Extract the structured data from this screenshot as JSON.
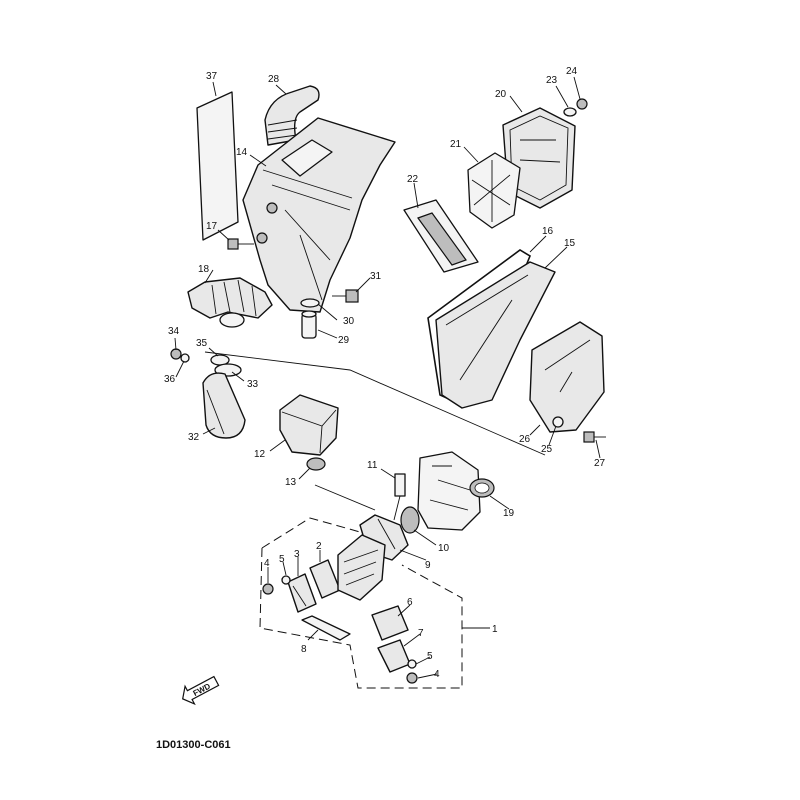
{
  "diagram_code": "1D01300-C061",
  "direction_label": "FWD",
  "callouts": [
    {
      "id": "c37",
      "label": "37"
    },
    {
      "id": "c28",
      "label": "28"
    },
    {
      "id": "c14",
      "label": "14"
    },
    {
      "id": "c17",
      "label": "17"
    },
    {
      "id": "c18",
      "label": "18"
    },
    {
      "id": "c31",
      "label": "31"
    },
    {
      "id": "c30",
      "label": "30"
    },
    {
      "id": "c29",
      "label": "29"
    },
    {
      "id": "c34",
      "label": "34"
    },
    {
      "id": "c35",
      "label": "35"
    },
    {
      "id": "c36",
      "label": "36"
    },
    {
      "id": "c33",
      "label": "33"
    },
    {
      "id": "c32",
      "label": "32"
    },
    {
      "id": "c12",
      "label": "12"
    },
    {
      "id": "c13",
      "label": "13"
    },
    {
      "id": "c11",
      "label": "11"
    },
    {
      "id": "c24",
      "label": "24"
    },
    {
      "id": "c23",
      "label": "23"
    },
    {
      "id": "c20",
      "label": "20"
    },
    {
      "id": "c21",
      "label": "21"
    },
    {
      "id": "c22",
      "label": "22"
    },
    {
      "id": "c16",
      "label": "16"
    },
    {
      "id": "c15",
      "label": "15"
    },
    {
      "id": "c26",
      "label": "26"
    },
    {
      "id": "c25",
      "label": "25"
    },
    {
      "id": "c27",
      "label": "27"
    },
    {
      "id": "c19",
      "label": "19"
    },
    {
      "id": "c10",
      "label": "10"
    },
    {
      "id": "c9",
      "label": "9"
    },
    {
      "id": "c2",
      "label": "2"
    },
    {
      "id": "c3",
      "label": "3"
    },
    {
      "id": "c5a",
      "label": "5"
    },
    {
      "id": "c4a",
      "label": "4"
    },
    {
      "id": "c6",
      "label": "6"
    },
    {
      "id": "c7",
      "label": "7"
    },
    {
      "id": "c5b",
      "label": "5"
    },
    {
      "id": "c4b",
      "label": "4"
    },
    {
      "id": "c8",
      "label": "8"
    },
    {
      "id": "c1",
      "label": "1"
    }
  ]
}
